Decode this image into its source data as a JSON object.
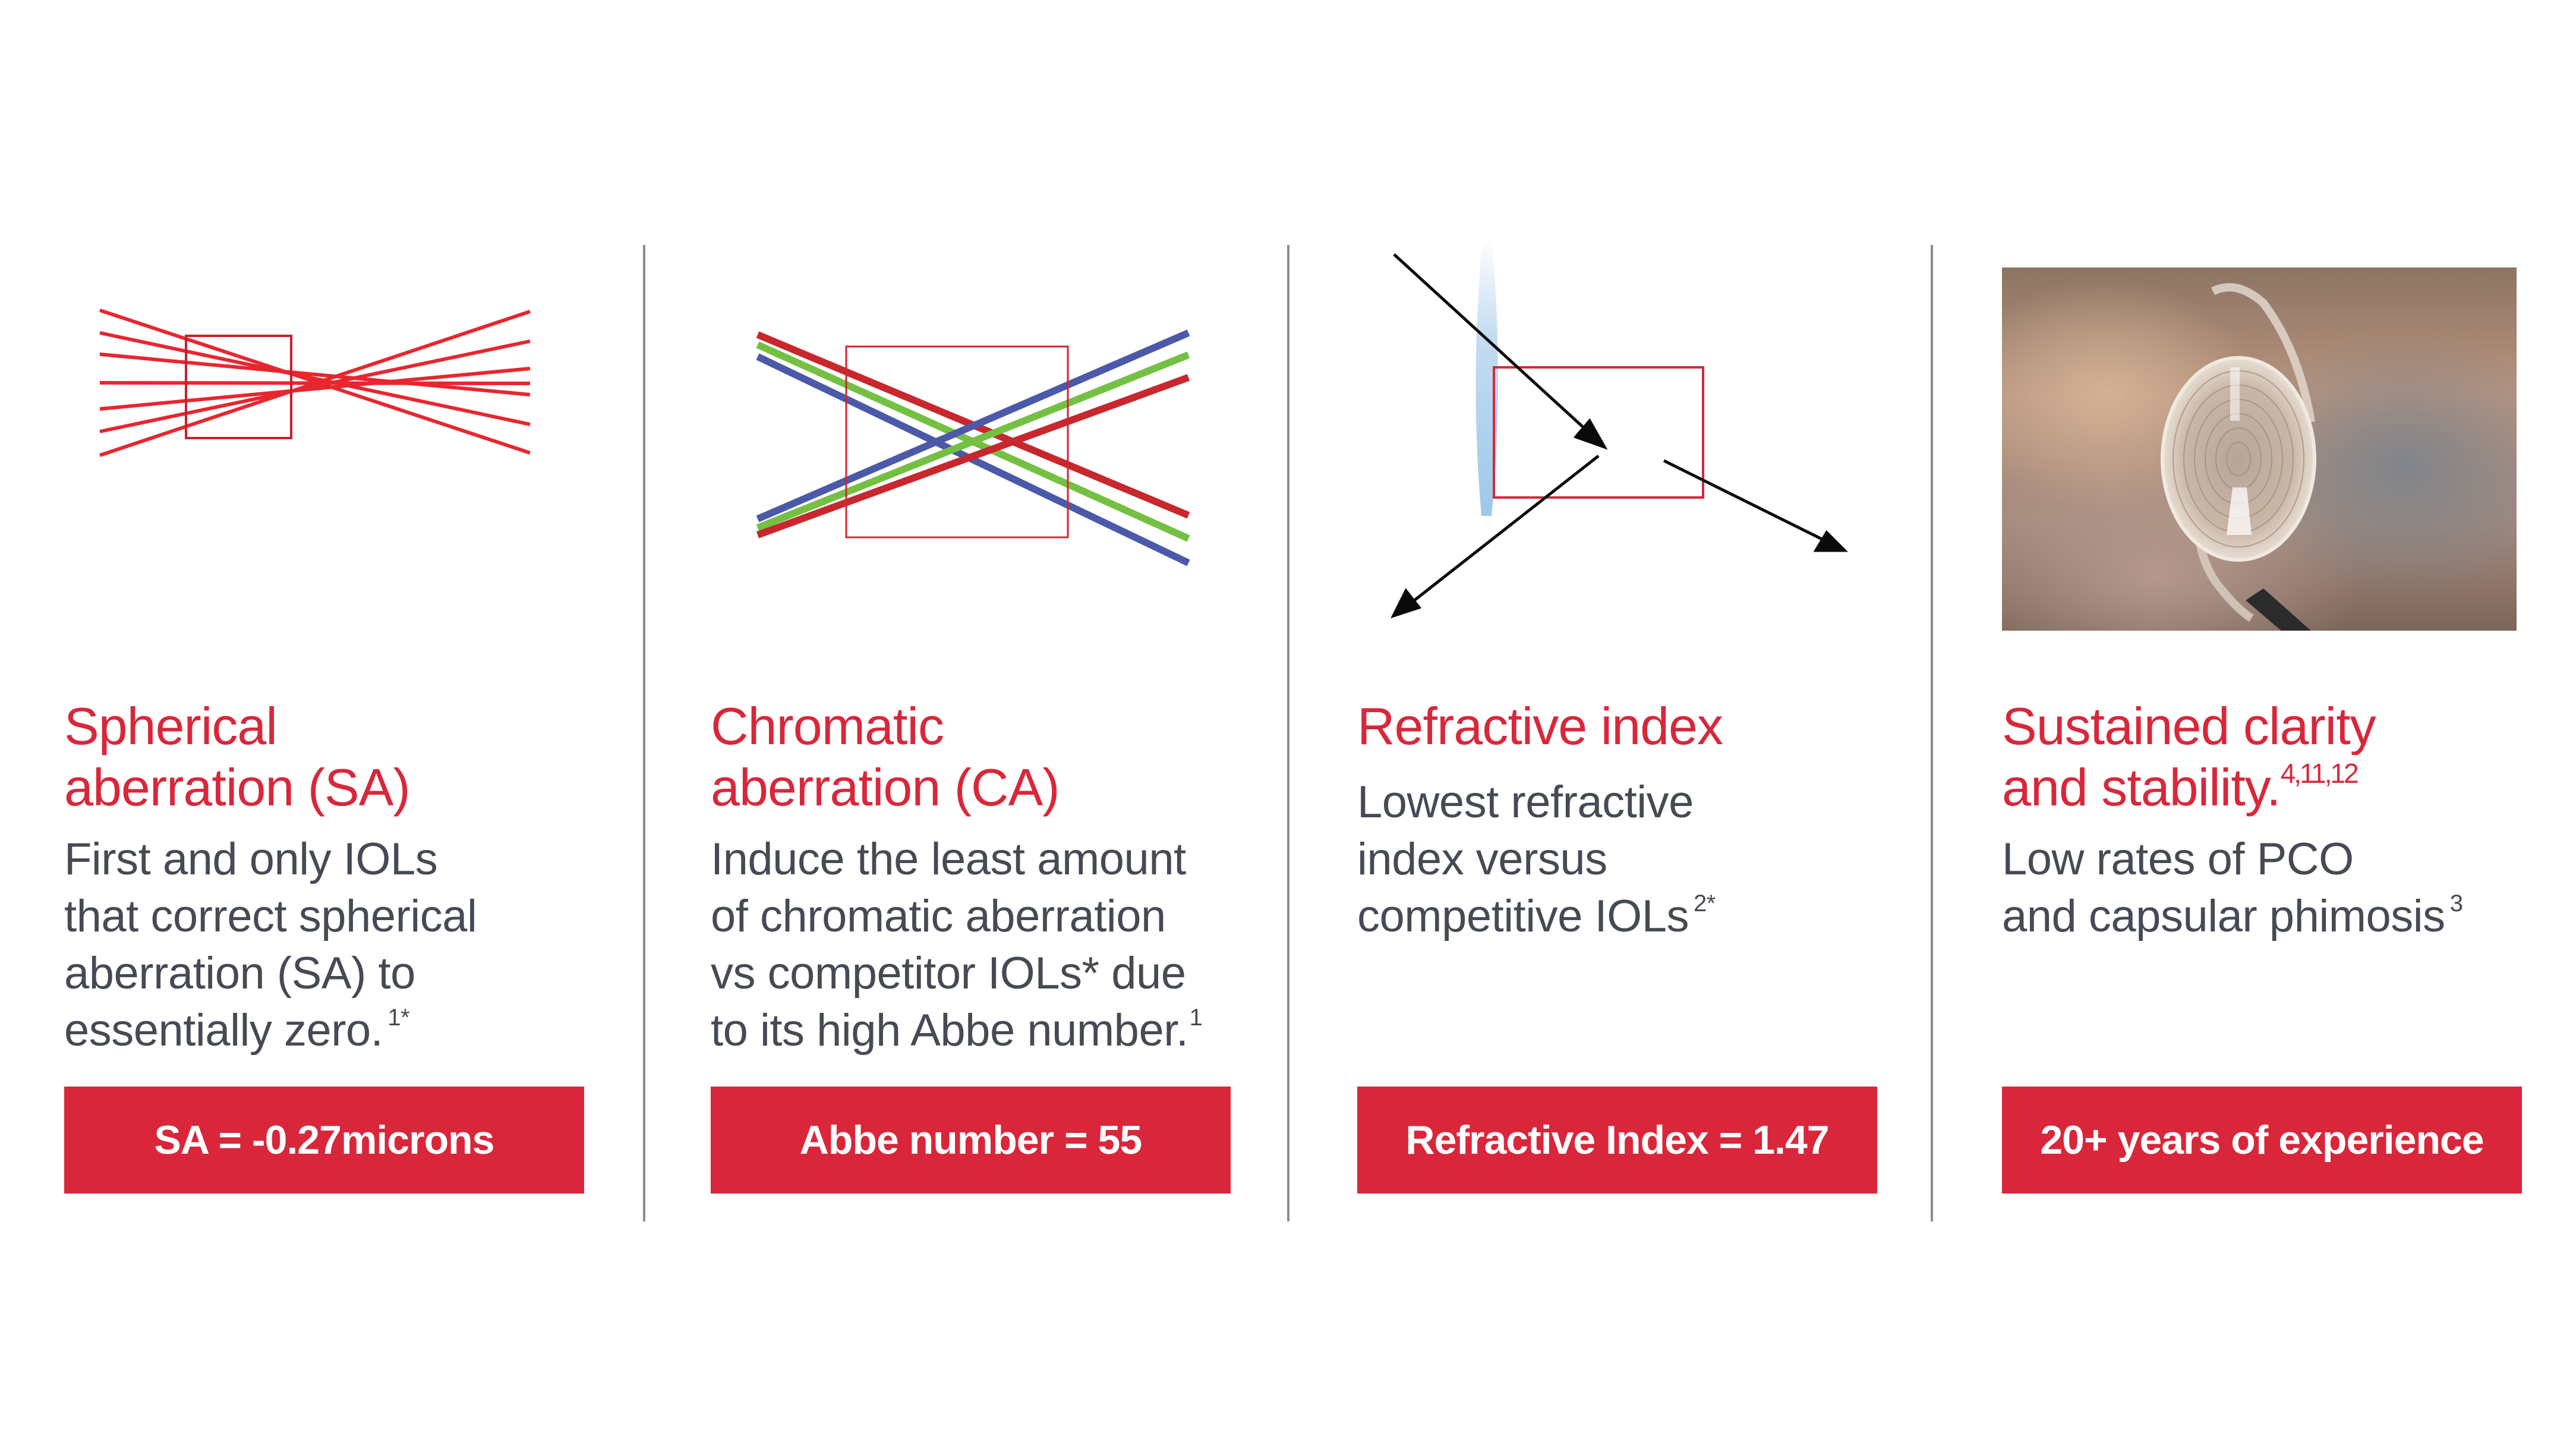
{
  "colors": {
    "accent_red": "#D9263A",
    "body_text": "#454A54",
    "divider": "#8A8D92",
    "chromatic_blue": "#4B59A8",
    "chromatic_green": "#74C043",
    "chromatic_red": "#C7272D",
    "lens_blue": "#A0CBEA"
  },
  "columns": [
    {
      "graphic": "spherical-aberration-ray-diagram-icon",
      "heading_lines": [
        "Spherical",
        "aberration (SA)"
      ],
      "heading_sup": "",
      "body_lines": [
        "First and only IOLs",
        "that correct spherical",
        "aberration (SA) to",
        "essentially zero."
      ],
      "body_sup": "1*",
      "badge": "SA = -0.27microns"
    },
    {
      "graphic": "chromatic-aberration-rgb-ray-diagram-icon",
      "heading_lines": [
        "Chromatic",
        "aberration (CA)"
      ],
      "heading_sup": "",
      "body_lines": [
        "Induce the least amount",
        "of chromatic aberration",
        "vs competitor IOLs* due",
        "to its high Abbe number."
      ],
      "body_sup": "1",
      "badge": "Abbe number = 55"
    },
    {
      "graphic": "refractive-index-lens-diagram-icon",
      "heading_lines": [
        "Refractive index"
      ],
      "heading_sup": "",
      "body_lines": [
        "Lowest refractive",
        "index versus",
        "competitive IOLs"
      ],
      "body_sup": "2*",
      "badge": "Refractive Index = 1.47"
    },
    {
      "graphic": "intraocular-lens-photo",
      "heading_lines": [
        "Sustained clarity",
        "and stability."
      ],
      "heading_sup": "4,11,12",
      "body_lines": [
        "Low rates of PCO",
        "and capsular phimosis"
      ],
      "body_sup": "3",
      "badge": "20+ years of experience"
    }
  ]
}
